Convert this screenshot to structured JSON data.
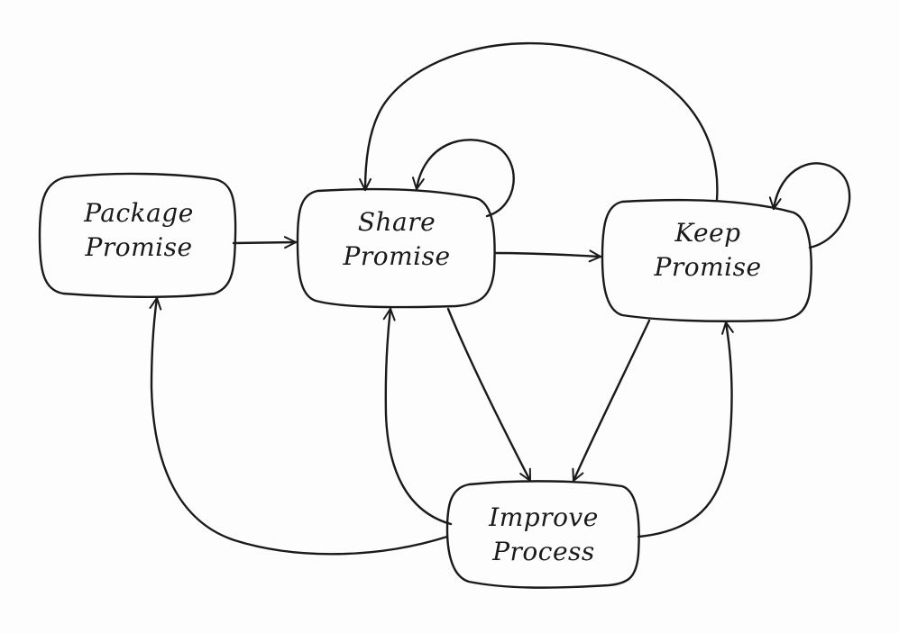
{
  "nodes": {
    "package": {
      "line1": "Package",
      "line2": "Promise"
    },
    "share": {
      "line1": "Share",
      "line2": "Promise"
    },
    "keep": {
      "line1": "Keep",
      "line2": "Promise"
    },
    "improve": {
      "line1": "Improve",
      "line2": "Process"
    }
  },
  "edges": [
    {
      "from": "package",
      "to": "share"
    },
    {
      "from": "share",
      "to": "keep"
    },
    {
      "from": "share",
      "to": "share"
    },
    {
      "from": "keep",
      "to": "keep"
    },
    {
      "from": "keep",
      "to": "share"
    },
    {
      "from": "share",
      "to": "improve"
    },
    {
      "from": "keep",
      "to": "improve"
    },
    {
      "from": "improve",
      "to": "package"
    },
    {
      "from": "improve",
      "to": "share"
    },
    {
      "from": "improve",
      "to": "keep"
    }
  ],
  "colors": {
    "ink": "#1a1a1a",
    "paper": "#fdfdfd"
  }
}
